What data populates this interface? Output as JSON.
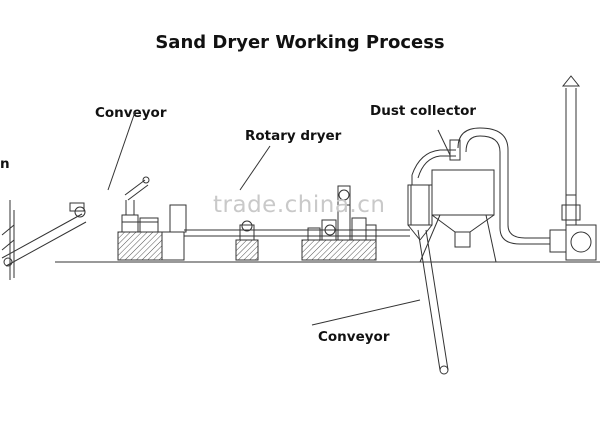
{
  "title": "Sand Dryer Working Process",
  "labels": {
    "edge_fragment": "n",
    "conveyor_top": "Conveyor",
    "rotary_dryer": "Rotary dryer",
    "dust_collector": "Dust collector",
    "conveyor_bottom": "Conveyor"
  },
  "watermark": "trade.china.cn",
  "colors": {
    "line": "#333333",
    "hatch": "#555555",
    "watermark": "#c9c9c9"
  }
}
